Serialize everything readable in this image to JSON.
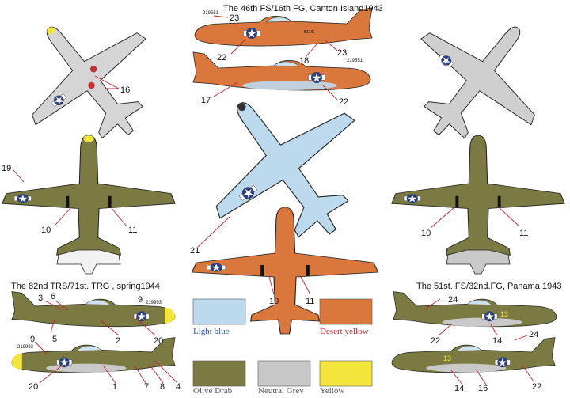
{
  "titles": {
    "canton": "The 46th FS/16th FG, Canton Island1943",
    "trs": "The 82nd TRS/71st. TRG , spring1944",
    "panama": "The 51st. FS/32nd.FG, Panama 1943"
  },
  "swatches": [
    {
      "label": "Light blue",
      "color": "#bcd9ee",
      "label_color": "#2b5aa8"
    },
    {
      "label": "Desert yellow",
      "color": "#d9773d",
      "label_color": "#c0262c"
    },
    {
      "label": "Olive Drab",
      "color": "#7b7a42",
      "label_color": "#555"
    },
    {
      "label": "Neutral Grey",
      "color": "#c7c7c7",
      "label_color": "#555"
    },
    {
      "label": "Yellow",
      "color": "#f3e53c",
      "label_color": "#555"
    }
  ],
  "colors": {
    "olive": "#7b7a42",
    "orange": "#d9773d",
    "lightblue": "#bcd9ee",
    "grey": "#cfcfcf",
    "yellow": "#f3e53c",
    "callout_red": "#c0262c"
  },
  "callouts": {
    "c16": "16",
    "c19": "19",
    "c10a": "10",
    "c11a": "11",
    "c23a": "23",
    "c22a": "22",
    "c18": "18",
    "c23b": "23",
    "c17": "17",
    "c22b": "22",
    "c21": "21",
    "c10b": "10",
    "c11b": "11",
    "c10c": "10",
    "c11c": "11",
    "c3": "3",
    "c6": "6",
    "c9a": "9",
    "c5": "5",
    "c2": "2",
    "c20a": "20",
    "c9b": "9",
    "c20b": "20",
    "c1": "1",
    "c7": "7",
    "c8": "8",
    "c4": "4",
    "c24a": "24",
    "c22c": "22",
    "c14a": "14",
    "c24b": "24",
    "c14b": "14",
    "c16b": "16",
    "c22d": "22"
  },
  "markings": {
    "serial_canton_1": "219551",
    "serial_canton_2": "219551",
    "nose_canton": "BEVE",
    "serial_trs_1": "219993",
    "serial_trs_2": "219993",
    "panama_13a": "13",
    "panama_13b": "13"
  }
}
